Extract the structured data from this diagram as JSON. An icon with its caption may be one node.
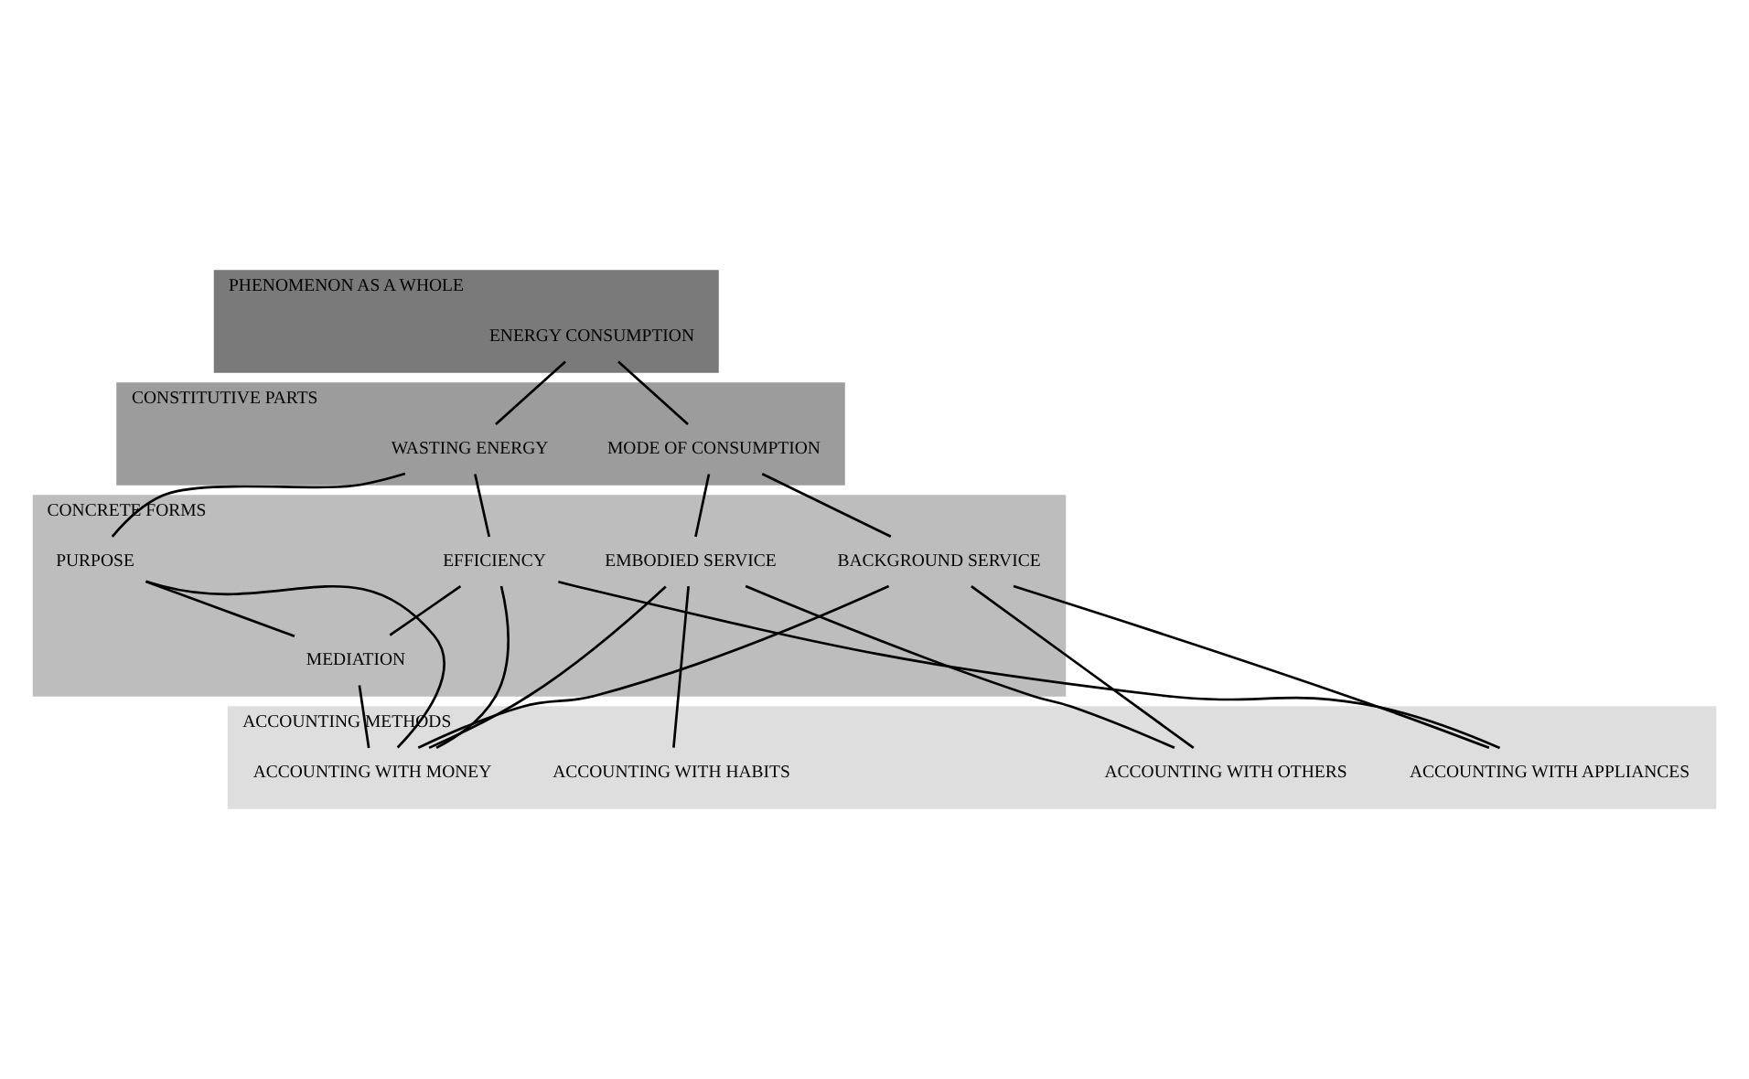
{
  "diagram": {
    "nodes": [
      {
        "text": [
          "PHENOMENON AS A WHOLE"
        ]
      },
      {
        "text": [
          "ENERGY CONSUMPTION"
        ],
        "in": 0
      },
      {
        "text": [
          "CONSTITUTIVE PARTS"
        ]
      },
      {
        "text": [
          "WASTING ENERGY"
        ],
        "in": 2
      },
      {
        "text": [
          "MODE OF CONSUMPTION"
        ],
        "in": 2
      },
      {
        "text": [
          "CONCRETE FORMS"
        ]
      },
      {
        "text": [
          "EFFICIENCY"
        ],
        "in": 5
      },
      {
        "text": [
          "PURPOSE"
        ],
        "in": 5
      },
      {
        "text": [
          "EMBODIED SERVICE"
        ],
        "in": 5
      },
      {
        "text": [
          "BACKGROUND SERVICE"
        ],
        "in": 5
      },
      {
        "text": [
          "MEDIATION"
        ],
        "in": 5
      },
      {
        "text": [
          "ACCOUNTING METHODS"
        ]
      },
      {
        "text": [
          "ACCOUNTING WITH APPLIANCES"
        ],
        "in": 11
      },
      {
        "text": [
          "ACCOUNTING WITH HABITS"
        ],
        "in": 11
      },
      {
        "text": [
          "ACCOUNTING WITH MONEY"
        ],
        "in": 11
      },
      {
        "text": [
          "ACCOUNTING WITH OTHERS"
        ],
        "in": 11
      }
    ],
    "edges": [
      {
        "from": 1,
        "to": 3,
        "arrow": "none"
      },
      {
        "from": 1,
        "to": 4,
        "arrow": "none"
      },
      {
        "from": 3,
        "to": 6,
        "arrow": "none"
      },
      {
        "from": 3,
        "to": 7,
        "arrow": "none"
      },
      {
        "from": 4,
        "to": 8,
        "arrow": "none"
      },
      {
        "from": 4,
        "to": 9,
        "arrow": "none"
      },
      {
        "from": 6,
        "to": 10,
        "arrow": "none"
      },
      {
        "from": 7,
        "to": 10,
        "arrow": "none"
      },
      {
        "from": 6,
        "to": 12,
        "arrow": "none"
      },
      {
        "from": 6,
        "to": 14,
        "arrow": "none"
      },
      {
        "from": 10,
        "to": 14,
        "arrow": "none"
      },
      {
        "from": 7,
        "to": 14,
        "arrow": "none"
      },
      {
        "from": 8,
        "to": 13,
        "arrow": "none"
      },
      {
        "from": 8,
        "to": 14,
        "arrow": "none"
      },
      {
        "from": 8,
        "to": 15,
        "arrow": "none"
      },
      {
        "from": 9,
        "to": 12,
        "arrow": "none"
      },
      {
        "from": 9,
        "to": 14,
        "arrow": "none"
      },
      {
        "from": 9,
        "to": 15,
        "arrow": "none"
      }
    ]
  }
}
